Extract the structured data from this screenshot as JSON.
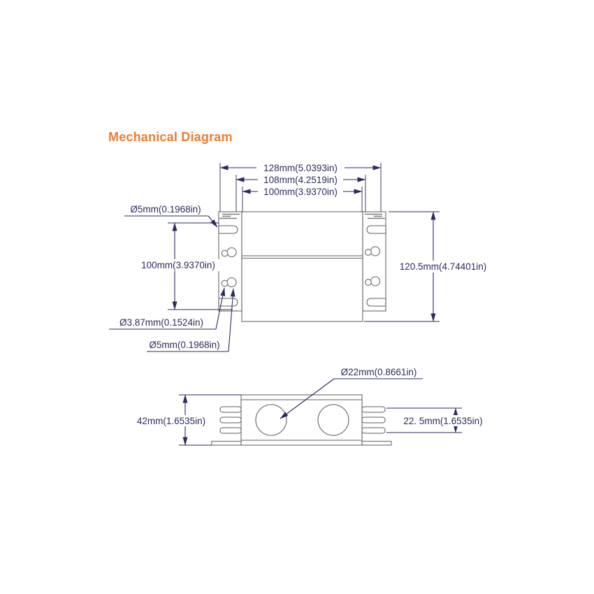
{
  "title": "Mechanical Diagram",
  "colors": {
    "accent": "#ED7D31",
    "dimension_text": "#2B2B5E",
    "outline": "#7F7F7F"
  },
  "top_view": {
    "dim_overall_width": "128mm(5.0393in)",
    "dim_mount_width": "108mm(4.2519in)",
    "dim_body_width": "100mm(3.9370in)",
    "dim_mount_height": "100mm(3.9370in)",
    "dim_overall_height": "120.5mm(4.74401in)",
    "label_slot_hole": "Ø5mm(0.1968in)",
    "label_keyhole_small": "Ø3.87mm(0.1524in)",
    "label_keyhole_large": "Ø5mm(0.1968in)"
  },
  "end_view": {
    "label_hole": "Ø22mm(0.8661in)",
    "dim_overall_height": "42mm(1.6535in)",
    "dim_fin_height": "22. 5mm(1.6535in)"
  }
}
